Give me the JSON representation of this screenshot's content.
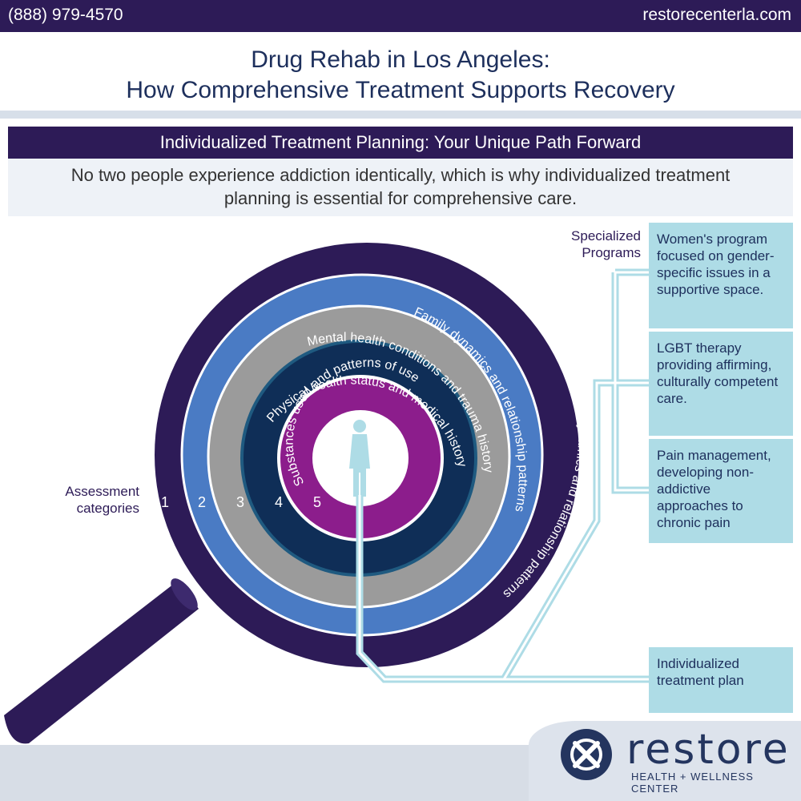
{
  "header": {
    "phone": "(888) 979-4570",
    "website": "restorecenterla.com"
  },
  "title": {
    "line1": "Drug Rehab in Los Angeles:",
    "line2": "How Comprehensive Treatment Supports Recovery"
  },
  "section": {
    "heading": "Individualized Treatment Planning: Your Unique Path Forward",
    "intro_line1": "No two people experience addiction identically, which is why individualized treatment",
    "intro_line2": "planning is essential for comprehensive care."
  },
  "diagram": {
    "assessment_label": "Assessment categories",
    "specialized_label": "Specialized Programs",
    "rings": [
      {
        "number": "1",
        "label": "Family dynamics and relationship patterns",
        "color": "#2d1b57"
      },
      {
        "number": "2",
        "label": "Family dynamics and relationship patterns",
        "color": "#4a7bc4"
      },
      {
        "number": "3",
        "label": "Mental health conditions and trauma history",
        "color": "#9b9b9b"
      },
      {
        "number": "4",
        "label": "Physical health status and medical history",
        "color": "#0f2e57"
      },
      {
        "number": "5",
        "label": "Substances used and patterns of use",
        "color": "#8c1d8c"
      }
    ],
    "programs": [
      "Women's program focused on gender-specific issues in a supportive space.",
      "LGBT therapy providing affirming, culturally competent care.",
      "Pain management, developing non-addictive approaches to chronic pain"
    ],
    "plan": "Individualized treatment plan",
    "icons": [
      "magnifying-glass-icon",
      "person-icon"
    ],
    "line_color": "#aedce6"
  },
  "brand": {
    "name": "restore",
    "tagline": "HEALTH + WELLNESS CENTER"
  }
}
